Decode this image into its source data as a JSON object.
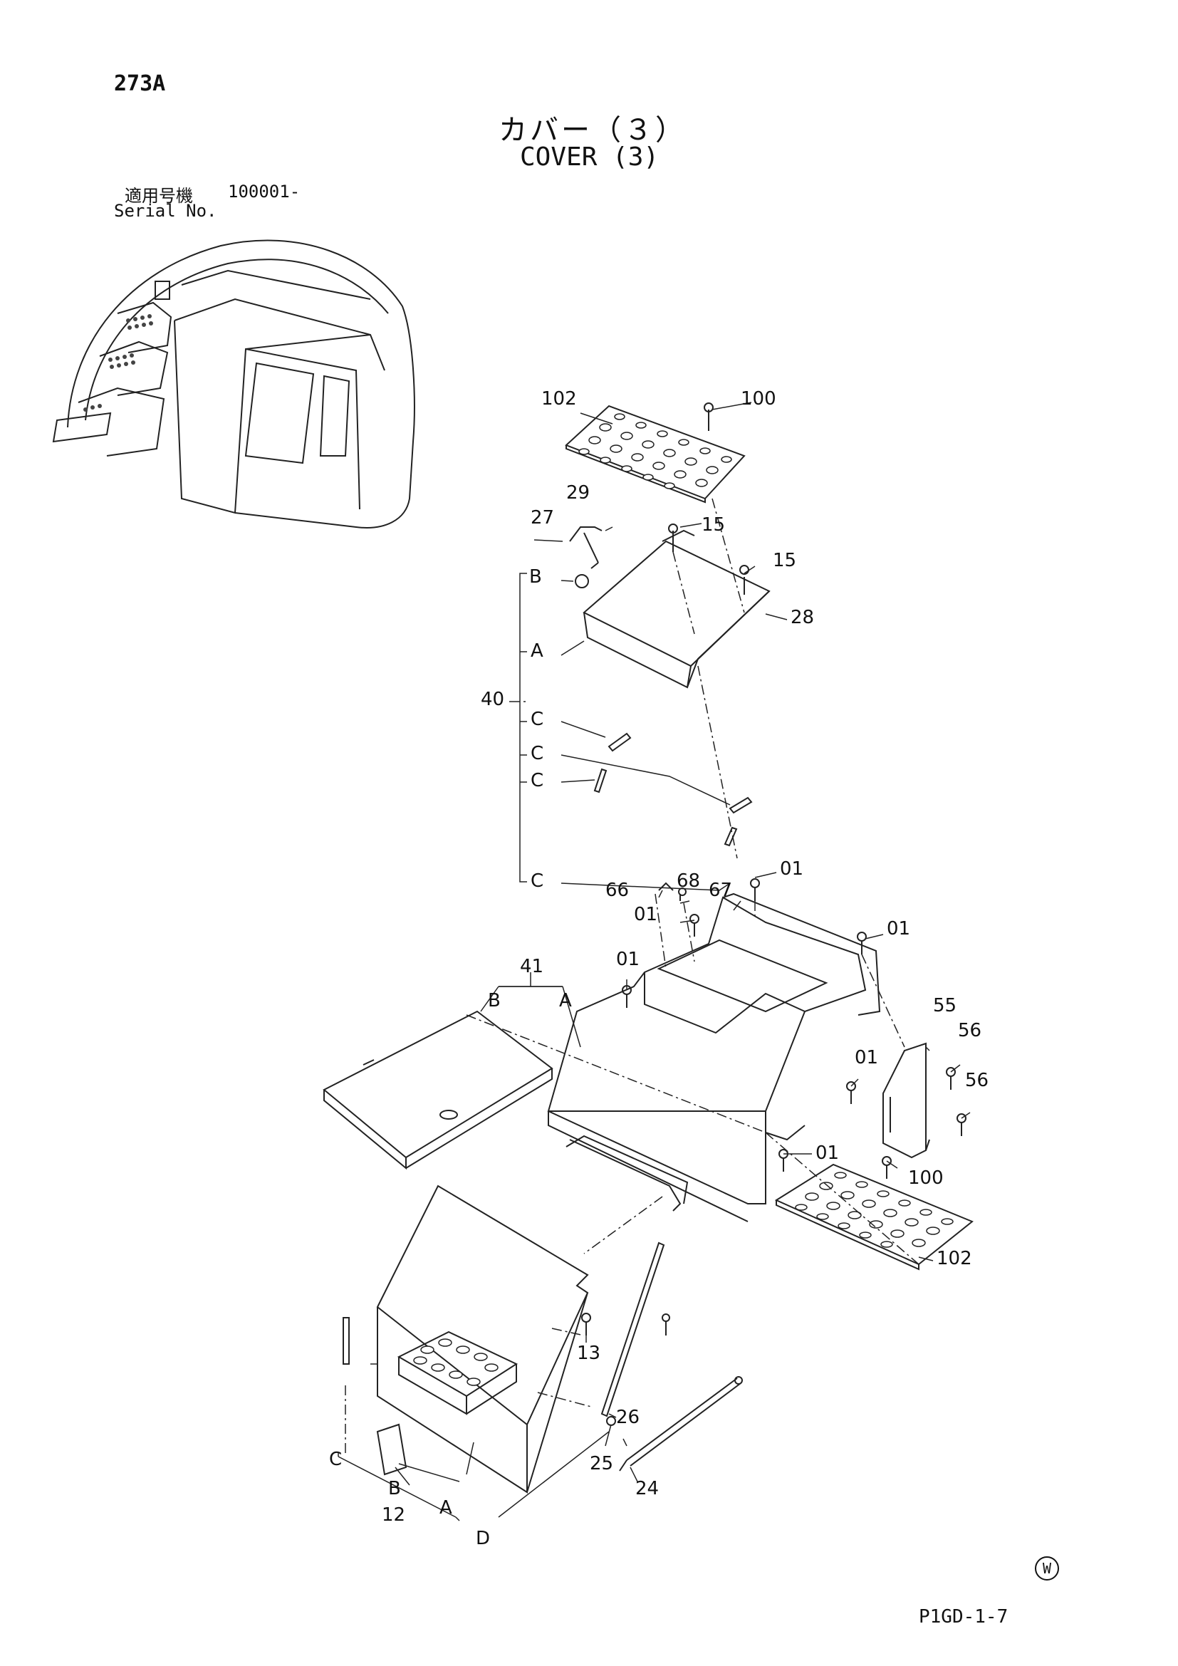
{
  "header": {
    "page_id": "273A",
    "title_jp": "カバー（３）",
    "title_en": "COVER (3)",
    "serial_label_jp": "適用号機",
    "serial_value": "100001-",
    "serial_label_en": "Serial No."
  },
  "footer": {
    "code": "P1GD-1-7",
    "watermark": "W"
  },
  "callouts": {
    "c102a": "102",
    "c100a": "100",
    "c29": "29",
    "c27": "27",
    "c15a": "15",
    "c15b": "15",
    "cB1": "B",
    "c28": "28",
    "cA1": "A",
    "c40": "40",
    "cC1": "C",
    "cC2": "C",
    "cC3": "C",
    "cC4": "C",
    "c01a": "01",
    "c66": "66",
    "c68": "68",
    "c67": "67",
    "c01b": "01",
    "c01c": "01",
    "c41": "41",
    "cB2": "B",
    "cA2": "A",
    "c01d": "01",
    "c55": "55",
    "c56a": "56",
    "c01e": "01",
    "c56b": "56",
    "c01f": "01",
    "c100b": "100",
    "c102b": "102",
    "c13": "13",
    "c26": "26",
    "cC5": "C",
    "c25": "25",
    "c24": "24",
    "cB3": "B",
    "c12": "12",
    "cA3": "A",
    "cD": "D"
  }
}
